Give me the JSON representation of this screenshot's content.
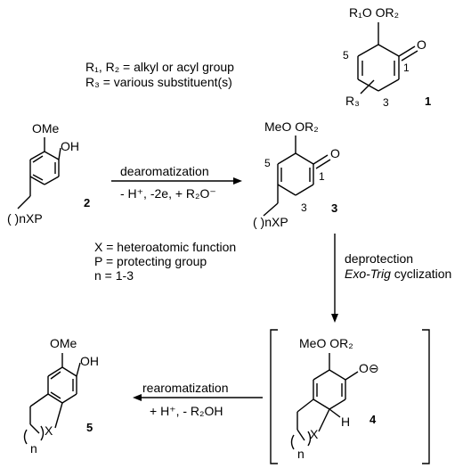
{
  "compounds": {
    "c1": {
      "number": "1",
      "top_substituents": "R₁O  OR₂",
      "carbonyl_O": "O",
      "ring_pos_5": "5",
      "ring_pos_1": "1",
      "ring_pos_3": "3",
      "r3": "R₃"
    },
    "c2": {
      "number": "2",
      "ome": "OMe",
      "oh": "OH",
      "side_chain": "( )nXP"
    },
    "c3": {
      "number": "3",
      "top_substituents": "MeO  OR₂",
      "carbonyl_O": "O",
      "ring_pos_5": "5",
      "ring_pos_1": "1",
      "ring_pos_3": "3",
      "side_chain": "( )nXP"
    },
    "c4": {
      "number": "4",
      "top_substituents": "MeO  OR₂",
      "enolate_O": "O⊖",
      "h": "H",
      "x": "X",
      "n": "n"
    },
    "c5": {
      "number": "5",
      "ome": "OMe",
      "oh": "OH",
      "x": "X",
      "n": "n"
    }
  },
  "definitions": {
    "r12": "R₁, R₂ = alkyl or acyl group",
    "r3": "R₃ = various substituent(s)",
    "x": "X = heteroatomic function",
    "p": "P = protecting group",
    "n": "n = 1-3"
  },
  "steps": {
    "dearomatization": {
      "label": "dearomatization",
      "conditions": "- H⁺, -2e, + R₂O⁻"
    },
    "cyclization": {
      "label1": "deprotection",
      "label2_italic": "Exo-Trig",
      "label2_rest": " cyclization"
    },
    "rearomatization": {
      "label": "rearomatization",
      "conditions": "+ H⁺, - R₂OH"
    }
  }
}
